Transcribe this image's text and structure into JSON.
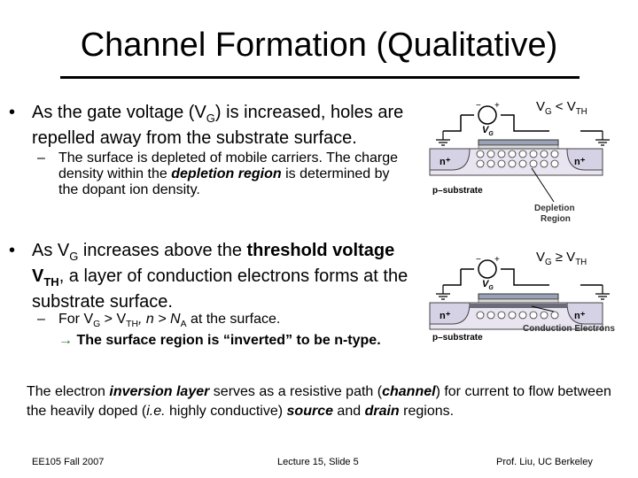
{
  "title": "Channel Formation (Qualitative)",
  "bullet1": {
    "marker": "•",
    "t1": "As the gate voltage (V",
    "sub1": "G",
    "t2": ") is increased, holes are repelled away from the substrate surface."
  },
  "sub1": {
    "marker": "–",
    "t1": "The surface is depleted of mobile carriers.  The charge density within the ",
    "emph": "depletion region",
    "t2": " is determined by the dopant ion density."
  },
  "bullet2": {
    "marker": "•",
    "t1": "As V",
    "sub1": "G",
    "t2": " increases above the ",
    "bold1": "threshold voltage V",
    "boldsub": "TH",
    "t3": ", a layer of conduction electrons forms at the substrate surface."
  },
  "sub2": {
    "marker": "–",
    "t1": "For V",
    "sub1": "G",
    "t2": " > V",
    "sub2": "TH",
    "t3": ", n > N",
    "sub3": "A",
    "t4": " at the surface.",
    "arrow": "→",
    "bold": "The surface region is “inverted” to be n-type."
  },
  "diagram1": {
    "cond_v": "V",
    "cond_sub1": "G",
    "cond_op": " < V",
    "cond_sub2": "TH",
    "vg": "V",
    "vg_sub": "G",
    "n_plus": "n⁺",
    "substrate": "p–substrate",
    "region1": "Depletion",
    "region2": "Region",
    "plus": "+",
    "minus": "−"
  },
  "diagram2": {
    "cond_v": "V",
    "cond_sub1": "G",
    "cond_op": " ≥ V",
    "cond_sub2": "TH",
    "vg": "V",
    "vg_sub": "G",
    "n_plus": "n⁺",
    "substrate": "p–substrate",
    "region": "Conduction Electrons",
    "plus": "+",
    "minus": "−"
  },
  "conclusion": {
    "t1": "The electron ",
    "e1": "inversion layer",
    "t2": " serves as a resistive path (",
    "e2": "channel",
    "t3": ") for current to flow between the heavily doped (",
    "e3": "i.e.",
    "t4": " highly conductive) ",
    "e4": "source",
    "t5": " and ",
    "e5": "drain",
    "t6": " regions."
  },
  "footer": {
    "left": "EE105 Fall 2007",
    "middle": "Lecture 15, Slide 5",
    "right": "Prof. Liu, UC Berkeley"
  }
}
